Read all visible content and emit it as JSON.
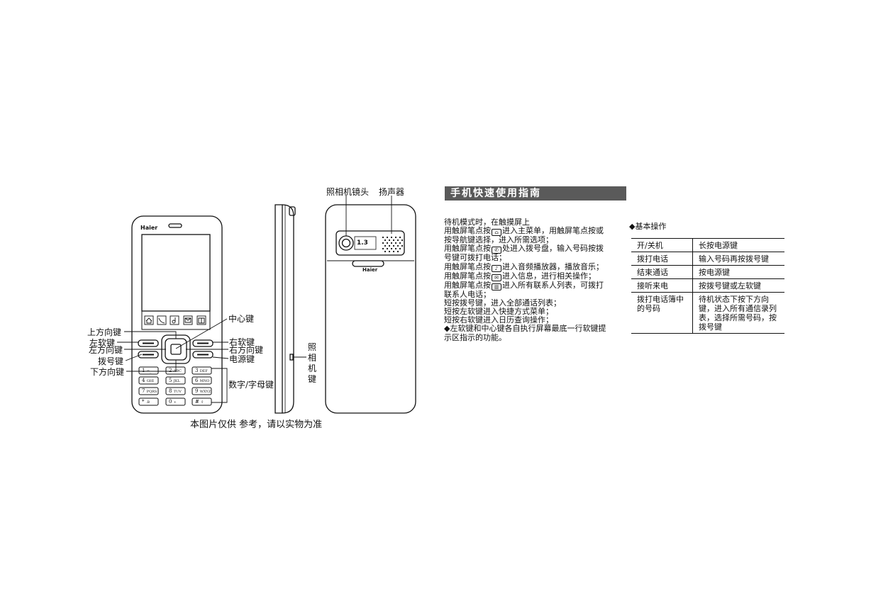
{
  "left_page": {
    "brand_front": "Haier",
    "brand_back": "Haier",
    "camera_badge": "1.3",
    "keypad": [
      {
        "key": "1",
        "sub": "∞_"
      },
      {
        "key": "2",
        "sub": "ABC"
      },
      {
        "key": "3",
        "sub": "DEF"
      },
      {
        "key": "4",
        "sub": "GHI"
      },
      {
        "key": "5",
        "sub": "JKL"
      },
      {
        "key": "6",
        "sub": "MNO"
      },
      {
        "key": "7",
        "sub": "PQRS"
      },
      {
        "key": "8",
        "sub": "TUV"
      },
      {
        "key": "9",
        "sub": "WXYZ"
      },
      {
        "key": "*",
        "sub": ".B"
      },
      {
        "key": "0",
        "sub": "+"
      },
      {
        "key": "#",
        "sub": "⇧"
      }
    ],
    "labels": {
      "center_key": "中心键",
      "up_key": "上方向键",
      "left_soft": "左软键",
      "left_dir": "左方向键",
      "dial_key": "拨号键",
      "down_key": "下方向键",
      "right_soft": "右软键",
      "right_dir": "右方向键",
      "power_key": "电源键",
      "num_keys": "数字/字母键",
      "camera_key_chars": [
        "照",
        "相",
        "机",
        "键"
      ],
      "camera_lens": "照相机镜头",
      "speaker": "扬声器"
    },
    "caption": "本图片仅供 参考，请以实物为准"
  },
  "right_page": {
    "title": "手机快速使用指南",
    "paragraphs": [
      "待机模式时，在触摸屏上",
      [
        "用触屏笔点按",
        "进入主菜单，用触屏笔点按或"
      ],
      "按导航键选择，进入所需选项；",
      [
        "用触屏笔点按",
        "处进入拨号盘，输入号码按拨"
      ],
      "号键可拨打电话；",
      [
        "用触屏笔点按",
        "进入音频播放器，播放音乐；"
      ],
      [
        "用触屏笔点按",
        "进入信息，进行相关操作；"
      ],
      [
        "用触屏笔点按",
        "进入所有联系人列表，可拨打"
      ],
      "联系人电话；",
      "短按拨号键，进入全部通话列表；",
      "短按左软键进入快捷方式菜单；",
      "短按右软键进入日历查询操作；",
      "◆左软键和中心键各自执行屏幕最底一行软键提",
      "示区指示的功能。"
    ],
    "icons": [
      "home-icon",
      "phone-icon",
      "music-icon",
      "message-icon",
      "contacts-icon"
    ],
    "section_heading": "◆基本操作",
    "ops_table": [
      [
        "开/关机",
        "长按电源键"
      ],
      [
        "拨打电话",
        "输入号码再按拨号键"
      ],
      [
        "结束通话",
        "按电源键"
      ],
      [
        "接听来电",
        "按拨号键或左软键"
      ],
      [
        "拨打电话簿中的号码",
        "待机状态下按下方向键，进入所有通信录列表，选择所需号码，按拨号键"
      ]
    ]
  }
}
